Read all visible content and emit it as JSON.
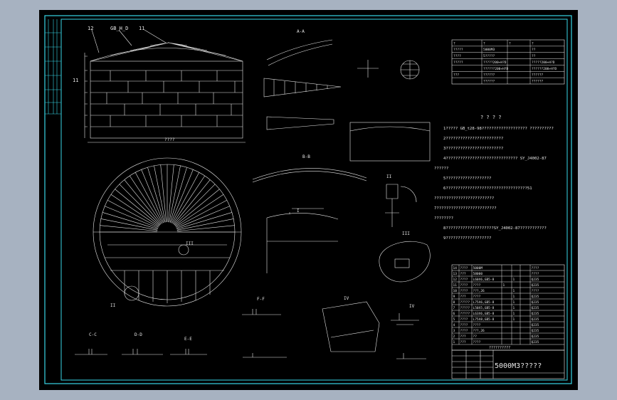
{
  "drawing": {
    "title_block_name": "5000M3?????",
    "parts_title": "??????????",
    "elevation_labels": [
      "12",
      "GB_H_D",
      "11"
    ],
    "elevation_left_label": "11",
    "elevation_caption": "????",
    "section_labels": {
      "aa": "A-A",
      "bb": "B-B",
      "cc": "C-C",
      "dd": "D-D",
      "ee": "E-E",
      "ff": "F-F",
      "one": "I",
      "two": "II",
      "three": "III",
      "four": "IV"
    },
    "detail_refs": [
      "II",
      "III"
    ],
    "notes_header": "?   ?   ?   ?",
    "notes": [
      "1?????  GB_t28-98???????????????????     ??????????",
      "2????????????????????????",
      "3????????????????????????",
      "4??????????????????????????????          SY_J4002-87",
      "??????",
      "5???????????????????",
      "6??????????????????????????????????51",
      "?????????????????????????",
      "7?????????????????????????",
      "????????",
      "8????????????????????SY_J4002-87???????????",
      "9???????????????????"
    ],
    "spec_table": {
      "header": [
        "?",
        "?",
        "?",
        "?"
      ],
      "rows": [
        [
          "?????",
          "5000M3",
          "",
          "??"
        ],
        [
          "????",
          "5?????",
          "",
          "??"
        ],
        [
          "?????",
          "?????200+H?D",
          "",
          "?????200+H?D"
        ],
        [
          "",
          "??????200+H?D",
          "",
          "??????200+H?D"
        ],
        [
          "???",
          "??????",
          "",
          "??????"
        ],
        [
          "",
          "??????",
          "",
          "??????"
        ]
      ]
    },
    "parts_table": {
      "rows": [
        [
          "14",
          "????",
          "5000M",
          "",
          "",
          "????"
        ],
        [
          "13",
          "???",
          "58000",
          "",
          "",
          "????"
        ],
        [
          "12",
          "????",
          "L60X6,GB5-8",
          "",
          "1",
          "Q235"
        ],
        [
          "11",
          "????",
          "????",
          "1",
          "",
          "Q235"
        ],
        [
          "10",
          "????",
          "???,26",
          "",
          "1",
          "????"
        ],
        [
          "9",
          "???",
          "????",
          "",
          "1",
          "Q235"
        ],
        [
          "8",
          "?????",
          "L75X6,GB5-8",
          "",
          "1",
          "Q235"
        ],
        [
          "7",
          "?????",
          "L50X5,GB5-8",
          "",
          "1",
          "Q235"
        ],
        [
          "6",
          "?????",
          "L63X6,GB5-8",
          "",
          "1",
          "Q235"
        ],
        [
          "5",
          "????",
          "L75X8,GB5-8",
          "",
          "1",
          "Q235"
        ],
        [
          "4",
          "????",
          "????",
          "",
          "",
          "Q235"
        ],
        [
          "3",
          "????",
          "???,26",
          "",
          "",
          "Q235"
        ],
        [
          "2",
          "???",
          "??",
          "",
          "",
          "Q235"
        ],
        [
          "1",
          "???",
          "????",
          "",
          "",
          "Q235"
        ]
      ]
    }
  }
}
